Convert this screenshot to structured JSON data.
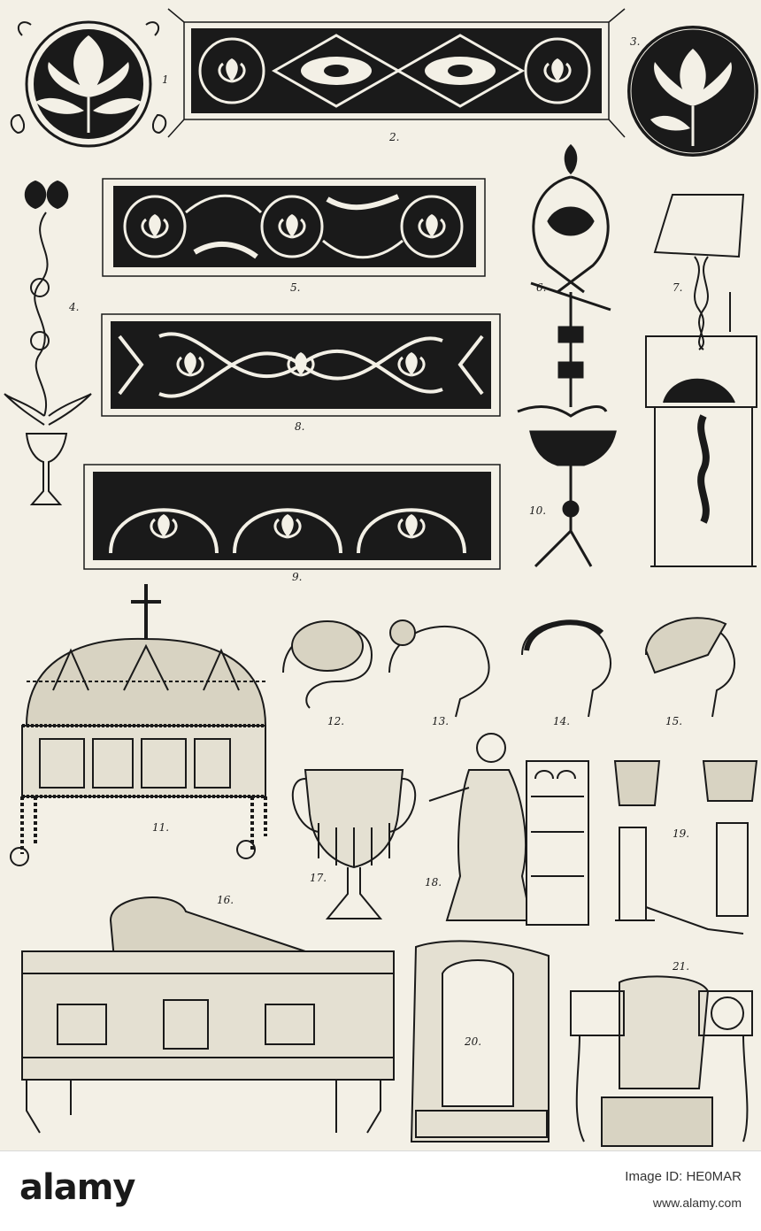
{
  "plate": {
    "background": "#f3f0e6",
    "ink": "#1a1a1a",
    "figure_labels": {
      "f1": "1",
      "f2": "2.",
      "f3": "3.",
      "f4": "4.",
      "f5": "5.",
      "f6": "6.",
      "f7": "7.",
      "f8": "8.",
      "f9": "9.",
      "f10": "10.",
      "f11": "11.",
      "f12": "12.",
      "f13": "13.",
      "f14": "14.",
      "f15": "15.",
      "f16": "16.",
      "f17": "17.",
      "f18": "18.",
      "f19": "19.",
      "f20": "20.",
      "f21": "21."
    }
  },
  "footer": {
    "brand": "alamy",
    "image_id": "Image ID: HE0MAR",
    "url": "www.alamy.com"
  }
}
